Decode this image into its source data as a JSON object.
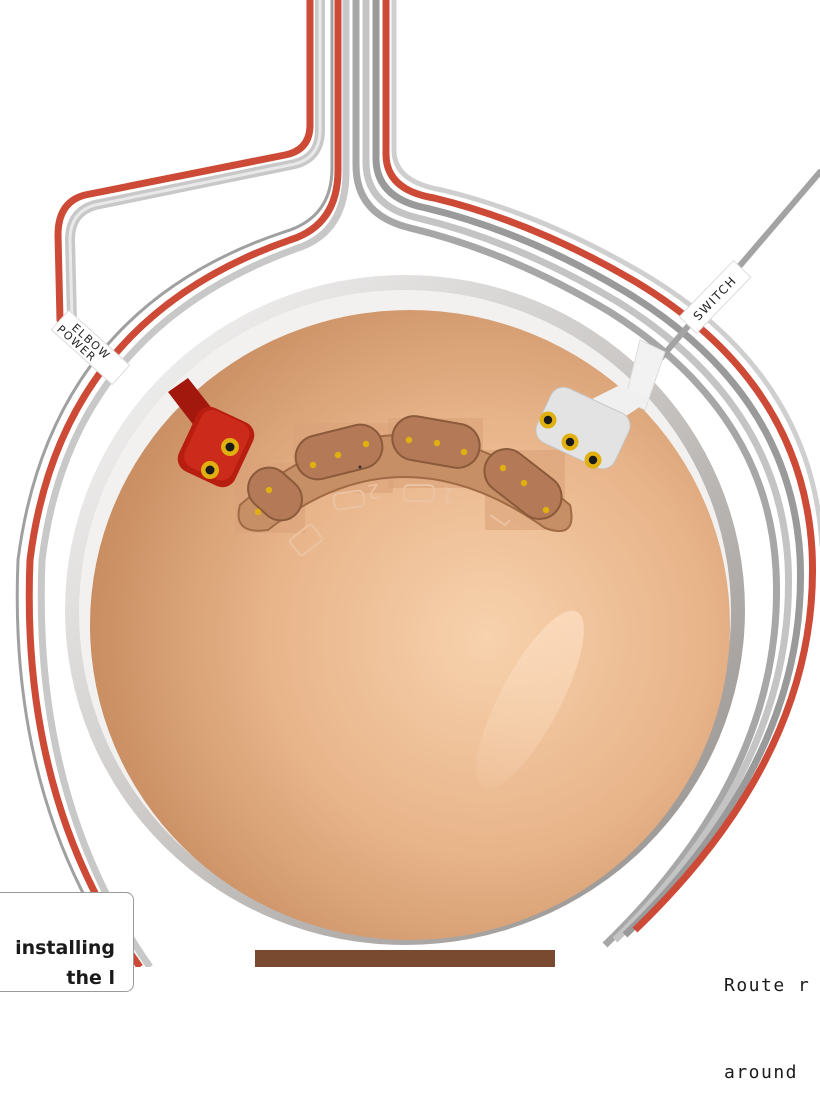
{
  "labels": {
    "elbow_power_line1": "ELBOW",
    "elbow_power_line2": "POWER",
    "switch": "SWITCH"
  },
  "socket_markings": {
    "number_2": "2",
    "number_1": "1"
  },
  "callout": {
    "line1": "installing",
    "line2": "the l"
  },
  "instruction": {
    "line1": "Route r",
    "line2": "around"
  },
  "colors": {
    "red_wire": "#cc4a36",
    "grey_wire": "#9a9a9a",
    "socket_skin": "#e3ae86",
    "elbow_connector": "#b81e10",
    "switch_connector": "#e8e8e8",
    "contact_pin": "#e0b010"
  }
}
